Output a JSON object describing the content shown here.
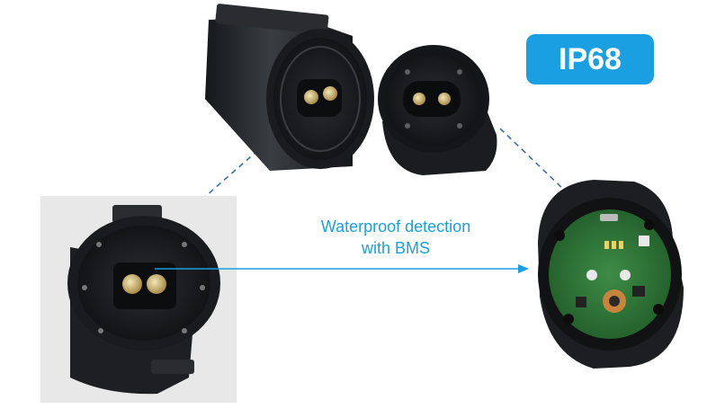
{
  "badge": {
    "label": "IP68",
    "color": "#1a9fe3"
  },
  "caption": {
    "line1": "Waterproof detection",
    "line2": "with BMS"
  },
  "colors": {
    "accent": "#1a9fe3",
    "connector_body": "#1f2124",
    "pcb": "#2f7a3a"
  }
}
